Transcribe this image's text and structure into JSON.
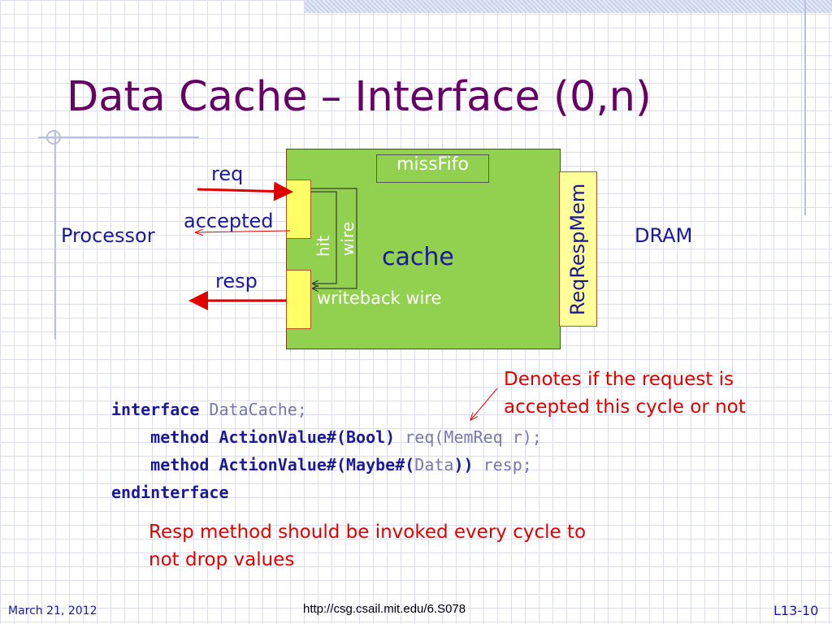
{
  "title": "Data Cache – Interface (0,n)",
  "diagram": {
    "processor_label": "Processor",
    "dram_label": "DRAM",
    "req_label": "req",
    "accepted_label": "accepted",
    "resp_label": "resp",
    "missfifo_label": "missFifo",
    "reqrespmem_label": "ReqRespMem",
    "hit_label": "hit",
    "wire_label": "wire",
    "cache_label": "cache",
    "writeback_label": "writeback wire"
  },
  "note": {
    "line1": "Denotes if the request is",
    "line2": "accepted this cycle or not"
  },
  "code": {
    "l1_kw": "interface",
    "l1_rest": " DataCache;",
    "l2_indent": "    ",
    "l2_kw": "method ActionValue#(Bool)",
    "l2_rest": " req(MemReq r);",
    "l3_indent": "    ",
    "l3_kw": "method ActionValue#(Maybe#(",
    "l3_mid": "Data",
    "l3_kw2": ")",
    "l3_kw3": ")",
    "l3_rest": " resp;",
    "l4_kw": "endinterface"
  },
  "bottom_note": {
    "line1": "Resp method should be invoked every cycle to",
    "line2": "not drop values"
  },
  "footer": {
    "date": "March 21, 2012",
    "url": "http://csg.csail.mit.edu/6.S078",
    "page": "L13-10"
  },
  "colors": {
    "title": "#660066",
    "text": "#1a1a99",
    "cache_fill": "#92d050",
    "port_fill": "#ffff66",
    "reqrespmem_fill": "#ffff99",
    "arrow": "#e00000",
    "note": "#e00000"
  }
}
